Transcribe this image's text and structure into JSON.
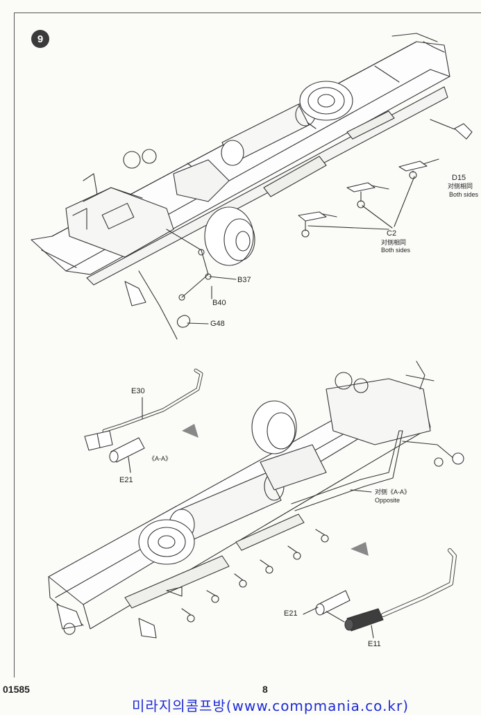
{
  "step": {
    "number": "9"
  },
  "callouts": {
    "d15": {
      "part": "D15",
      "note_cn": "对侧相同",
      "note_en": "Both sides"
    },
    "c2": {
      "part": "C2",
      "note_cn": "对侧相同",
      "note_en": "Both sides"
    },
    "b37": {
      "part": "B37"
    },
    "b40": {
      "part": "B40"
    },
    "g48": {
      "part": "G48"
    },
    "e30": {
      "part": "E30"
    },
    "e21_top": {
      "part": "E21"
    },
    "view_aa": {
      "label": "《A-A》"
    },
    "opposite": {
      "note_cn": "对侧《A-A》",
      "note_en": "Opposite"
    },
    "e21_bottom": {
      "part": "E21"
    },
    "e11": {
      "part": "E11"
    }
  },
  "footer": {
    "product_code": "01585",
    "page_number": "8",
    "watermark": "미라지의콤프방(www.compmania.co.kr)"
  },
  "colors": {
    "line": "#333333",
    "watermark": "#1d2bd6",
    "badge": "#3a3a3a"
  },
  "icons": [
    "step-badge",
    "assembly-direction-arrow",
    "chassis-illustration"
  ]
}
